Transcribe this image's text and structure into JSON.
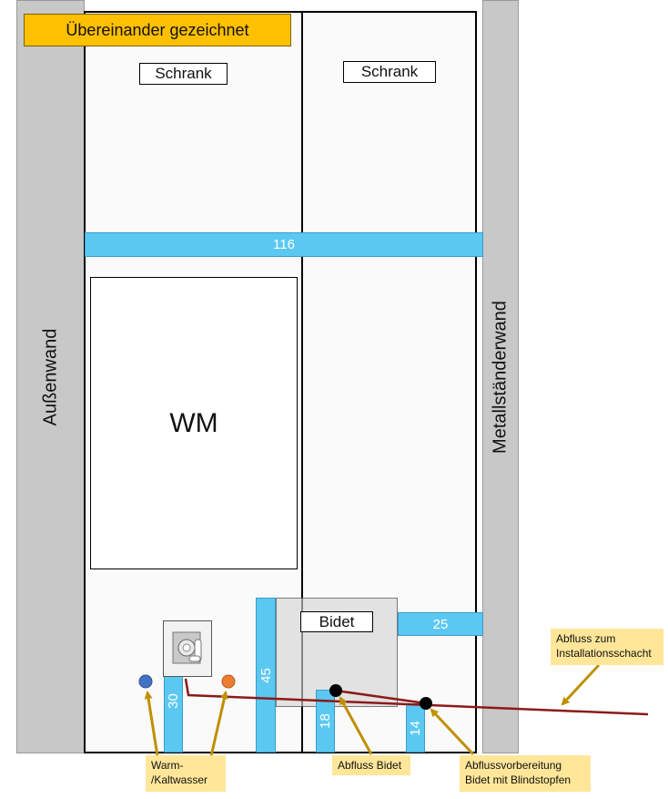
{
  "title": "Übereinander gezeichnet",
  "walls": {
    "left": "Außenwand",
    "right": "Metallständerwand"
  },
  "cabinets": [
    {
      "label": "Schrank"
    },
    {
      "label": "Schrank"
    }
  ],
  "washing_machine": "WM",
  "bidet": "Bidet",
  "measurements": {
    "width_top": "116",
    "right_gap": "25",
    "left_pipe": "30",
    "middle_pipe": "45",
    "bidet_drain": "18",
    "prep_drain": "14"
  },
  "notes": {
    "water": "Warm-\n/Kaltwasser",
    "bidet_drain": "Abfluss Bidet",
    "prep": "Abflussvorbereitung\nBidet mit Blindstopfen",
    "shaft": "Abfluss zum\nInstallationsschacht"
  },
  "colors": {
    "cold_water": "#4472c4",
    "hot_water": "#ed7d31",
    "drain_line": "#8b1a1a",
    "measure": "#5bc8f2",
    "note_bg": "#ffe699",
    "arrow": "#bf9000",
    "title_bg": "#ffc000"
  },
  "icons": {
    "faucet": "water-connection-icon"
  }
}
